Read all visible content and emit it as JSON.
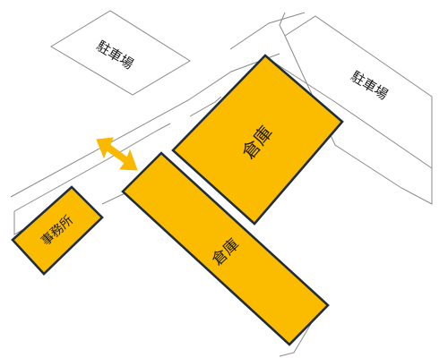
{
  "map": {
    "parking_left_label": "駐車場",
    "parking_right_label": "駐車場",
    "warehouse_large_label": "倉庫",
    "warehouse_long_label": "倉庫",
    "office_label": "事務所"
  },
  "colors": {
    "building_fill": "#FBBC00",
    "building_outline": "#1F2D3D",
    "outline_gray": "#8A8A8A",
    "arrow": "#FBB800"
  },
  "icons": {
    "access_arrow": "double-headed-arrow"
  }
}
